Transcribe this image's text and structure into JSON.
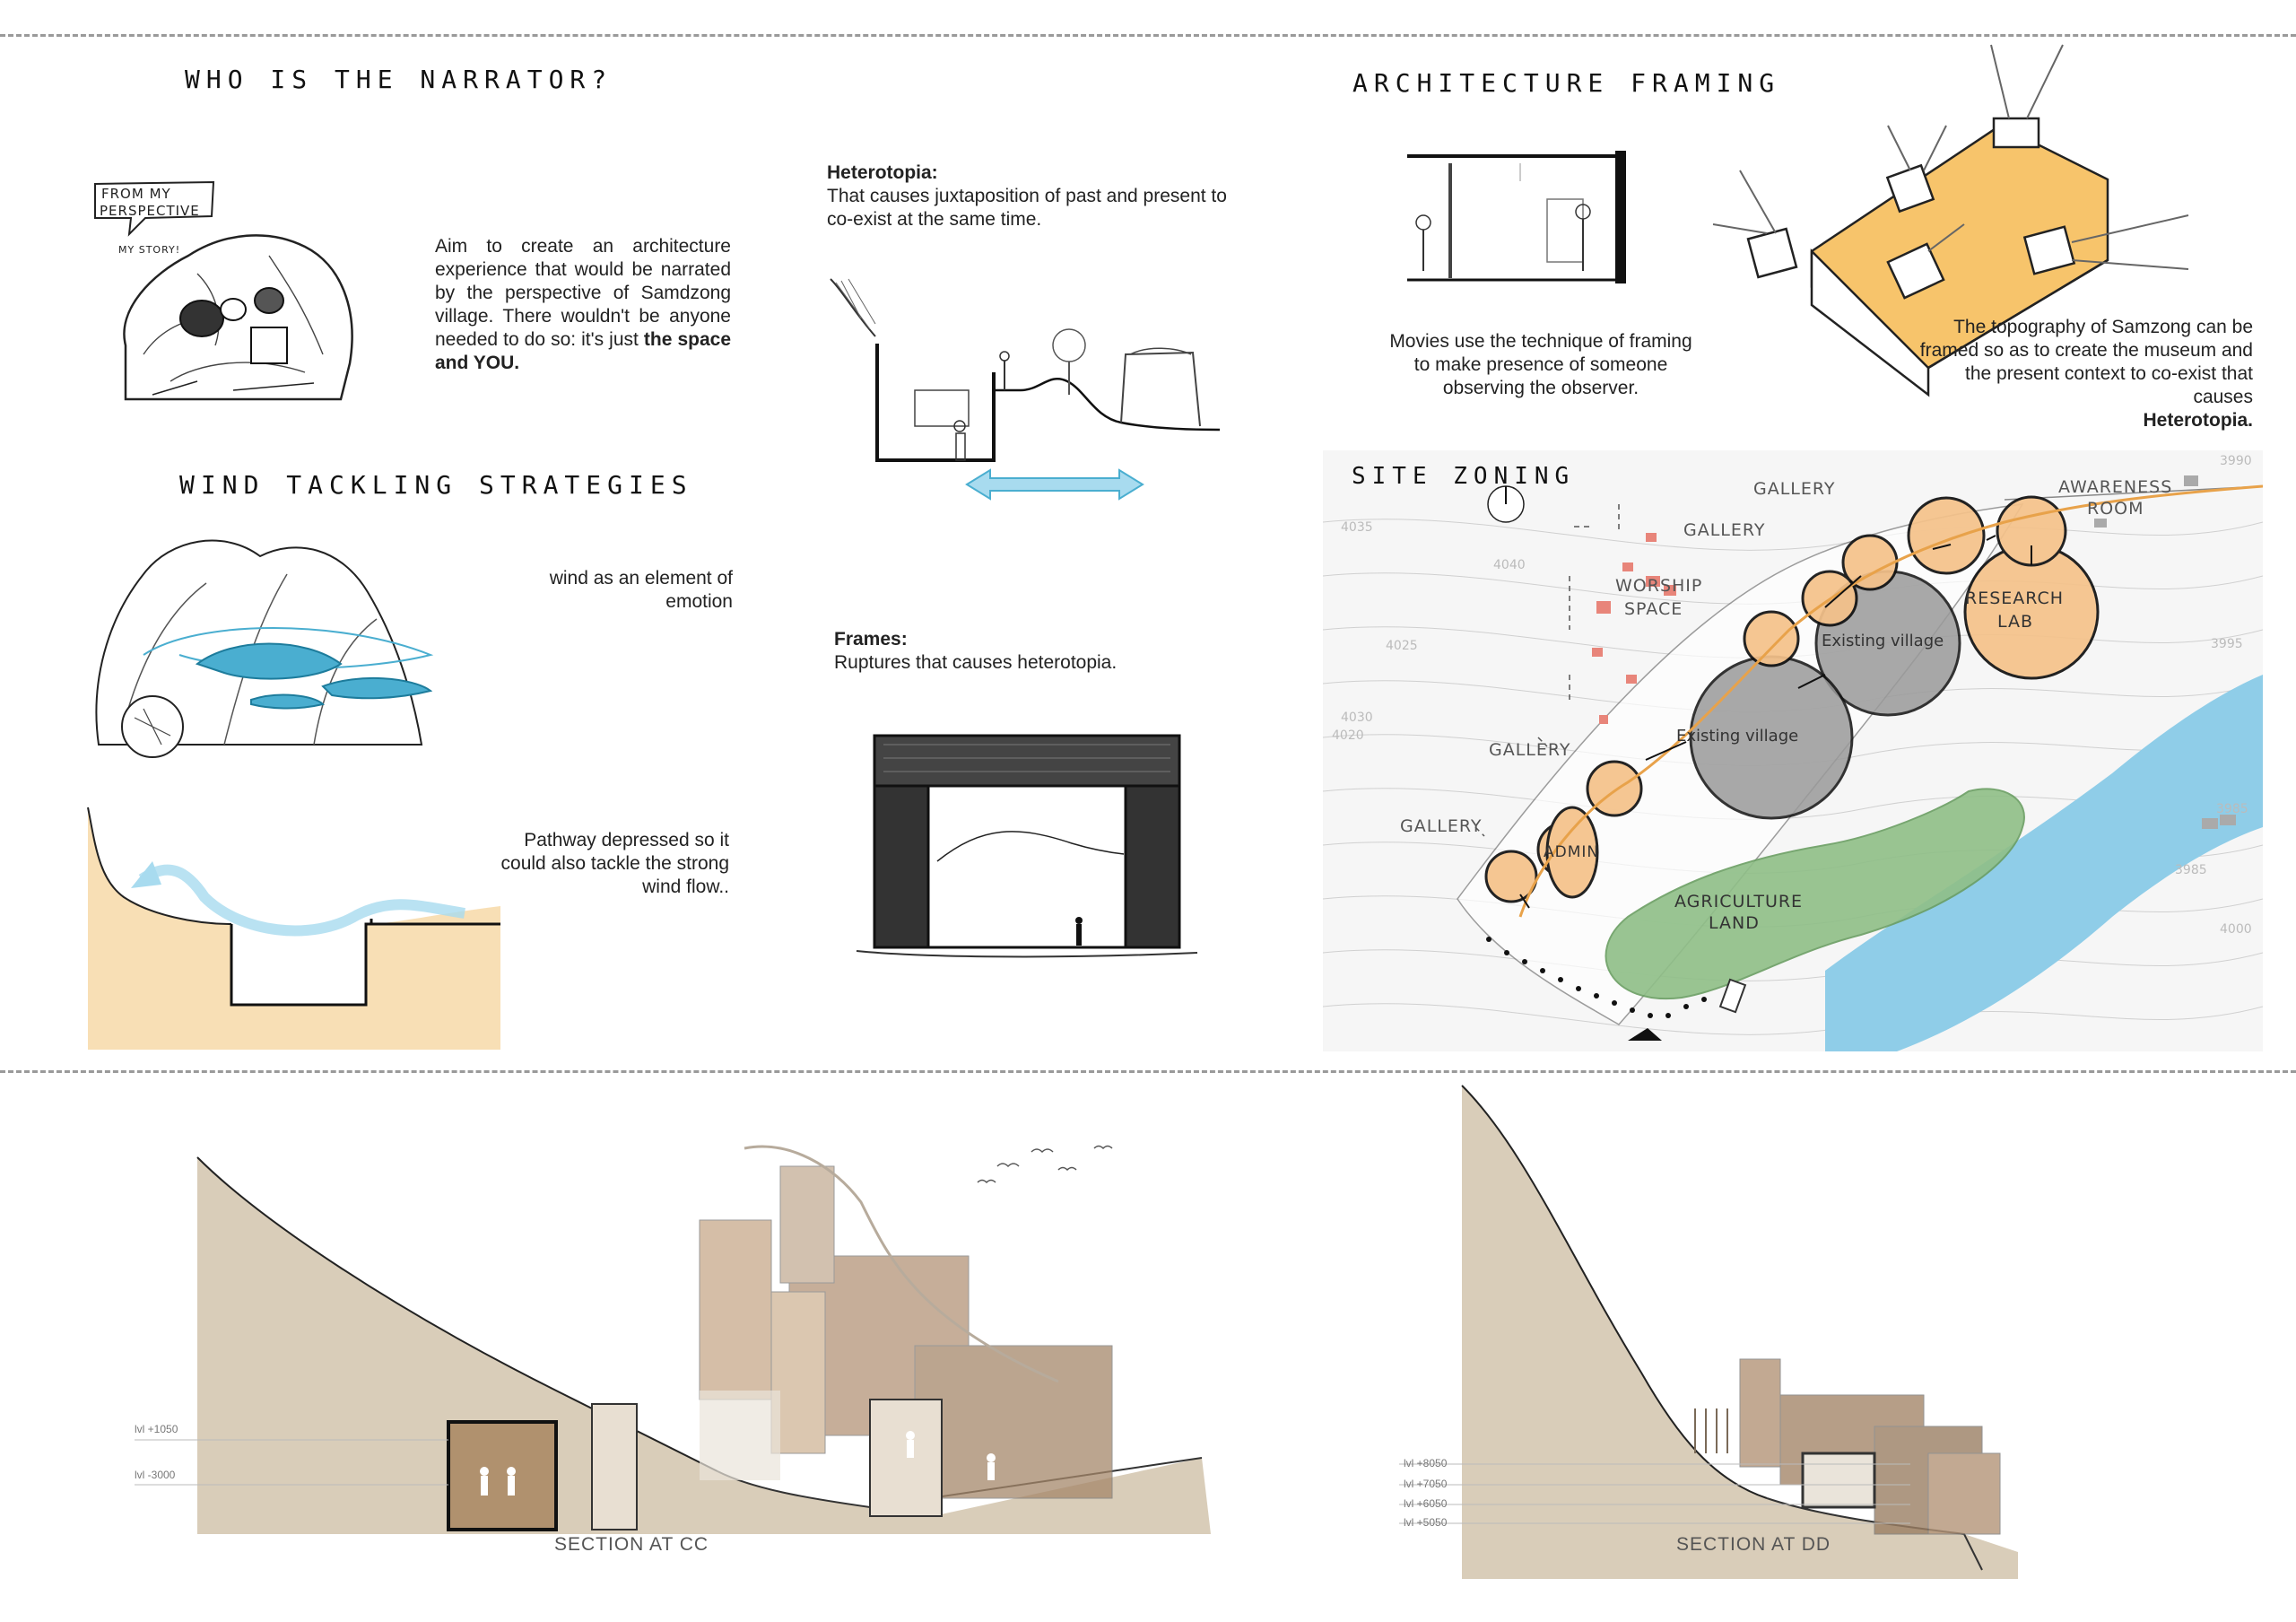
{
  "sections": {
    "narrator_title": "WHO IS THE NARRATOR?",
    "framing_title": "ARCHITECTURE FRAMING",
    "wind_title": "WIND TACKLING STRATEGIES",
    "site_title": "SITE ZONING"
  },
  "narrator": {
    "bubble_line1": "FROM MY",
    "bubble_line2": "PERSPECTIVE",
    "story": "MY STORY!",
    "text_part1": "Aim to create an architecture experience that would be narrated by the perspective of Samdzong village. There wouldn't be anyone needed to do so: it's just ",
    "text_bold": "the space and YOU."
  },
  "heterotopia": {
    "heading": "Heterotopia:",
    "text": "That causes juxtaposition of past and present to co-exist at the same time."
  },
  "frames": {
    "heading": "Frames:",
    "text": "Ruptures that causes heterotopia."
  },
  "framing": {
    "movies_text": "Movies use the technique of framing to make presence of someone observing the observer.",
    "topo_text": "The topography of Samzong can be framed so as to create the museum and the present context to co-exist that causes",
    "topo_bold": "Heterotopia."
  },
  "wind": {
    "emotion_text": "wind as an element of emotion",
    "pathway_text": "Pathway depressed so it could also tackle the strong wind flow.."
  },
  "site_labels": {
    "gallery1": "GALLERY",
    "gallery2": "GALLERY",
    "gallery3": "GALLERY",
    "gallery4": "GALLERY",
    "awareness": "AWARENESS",
    "room": "ROOM",
    "worship": "WORSHIP",
    "space": "SPACE",
    "research": "RESEARCH",
    "lab": "LAB",
    "existing1": "Existing village",
    "existing2": "Existing village",
    "admin": "ADMIN",
    "agriculture": "AGRICULTURE",
    "land": "LAND",
    "contours": [
      "4040",
      "4035",
      "4030",
      "4025",
      "3995",
      "3990",
      "3985",
      "3985",
      "4000",
      "4020"
    ]
  },
  "section_cc": {
    "caption": "SECTION AT CC",
    "levels": [
      "lvl +1050",
      "lvl -3000"
    ]
  },
  "section_dd": {
    "caption": "SECTION AT DD",
    "levels": [
      "lvl +8050",
      "lvl +7050",
      "lvl +6050",
      "lvl +5050"
    ]
  },
  "colors": {
    "orange": "#f5c28a",
    "orange_stroke": "#e8a24a",
    "grey_zone": "#9a9a9a",
    "green_zone": "#8fbf87",
    "water": "#8fcde8",
    "wind_blue": "#4aaed0",
    "sand": "#f7d9a8",
    "earth": "#b9a88c"
  }
}
